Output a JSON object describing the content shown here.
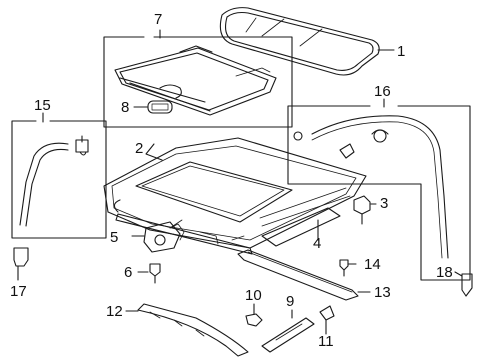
{
  "callouts": [
    {
      "id": "c1",
      "text": "1"
    },
    {
      "id": "c2",
      "text": "2"
    },
    {
      "id": "c3",
      "text": "3"
    },
    {
      "id": "c4",
      "text": "4"
    },
    {
      "id": "c5",
      "text": "5"
    },
    {
      "id": "c6",
      "text": "6"
    },
    {
      "id": "c7",
      "text": "7"
    },
    {
      "id": "c8",
      "text": "8"
    },
    {
      "id": "c9",
      "text": "9"
    },
    {
      "id": "c10",
      "text": "10"
    },
    {
      "id": "c11",
      "text": "11"
    },
    {
      "id": "c12",
      "text": "12"
    },
    {
      "id": "c13",
      "text": "13"
    },
    {
      "id": "c14",
      "text": "14"
    },
    {
      "id": "c15",
      "text": "15"
    },
    {
      "id": "c16",
      "text": "16"
    },
    {
      "id": "c17",
      "text": "17"
    },
    {
      "id": "c18",
      "text": "18"
    }
  ],
  "colors": {
    "line": "#1a1a1a",
    "background": "#ffffff"
  }
}
